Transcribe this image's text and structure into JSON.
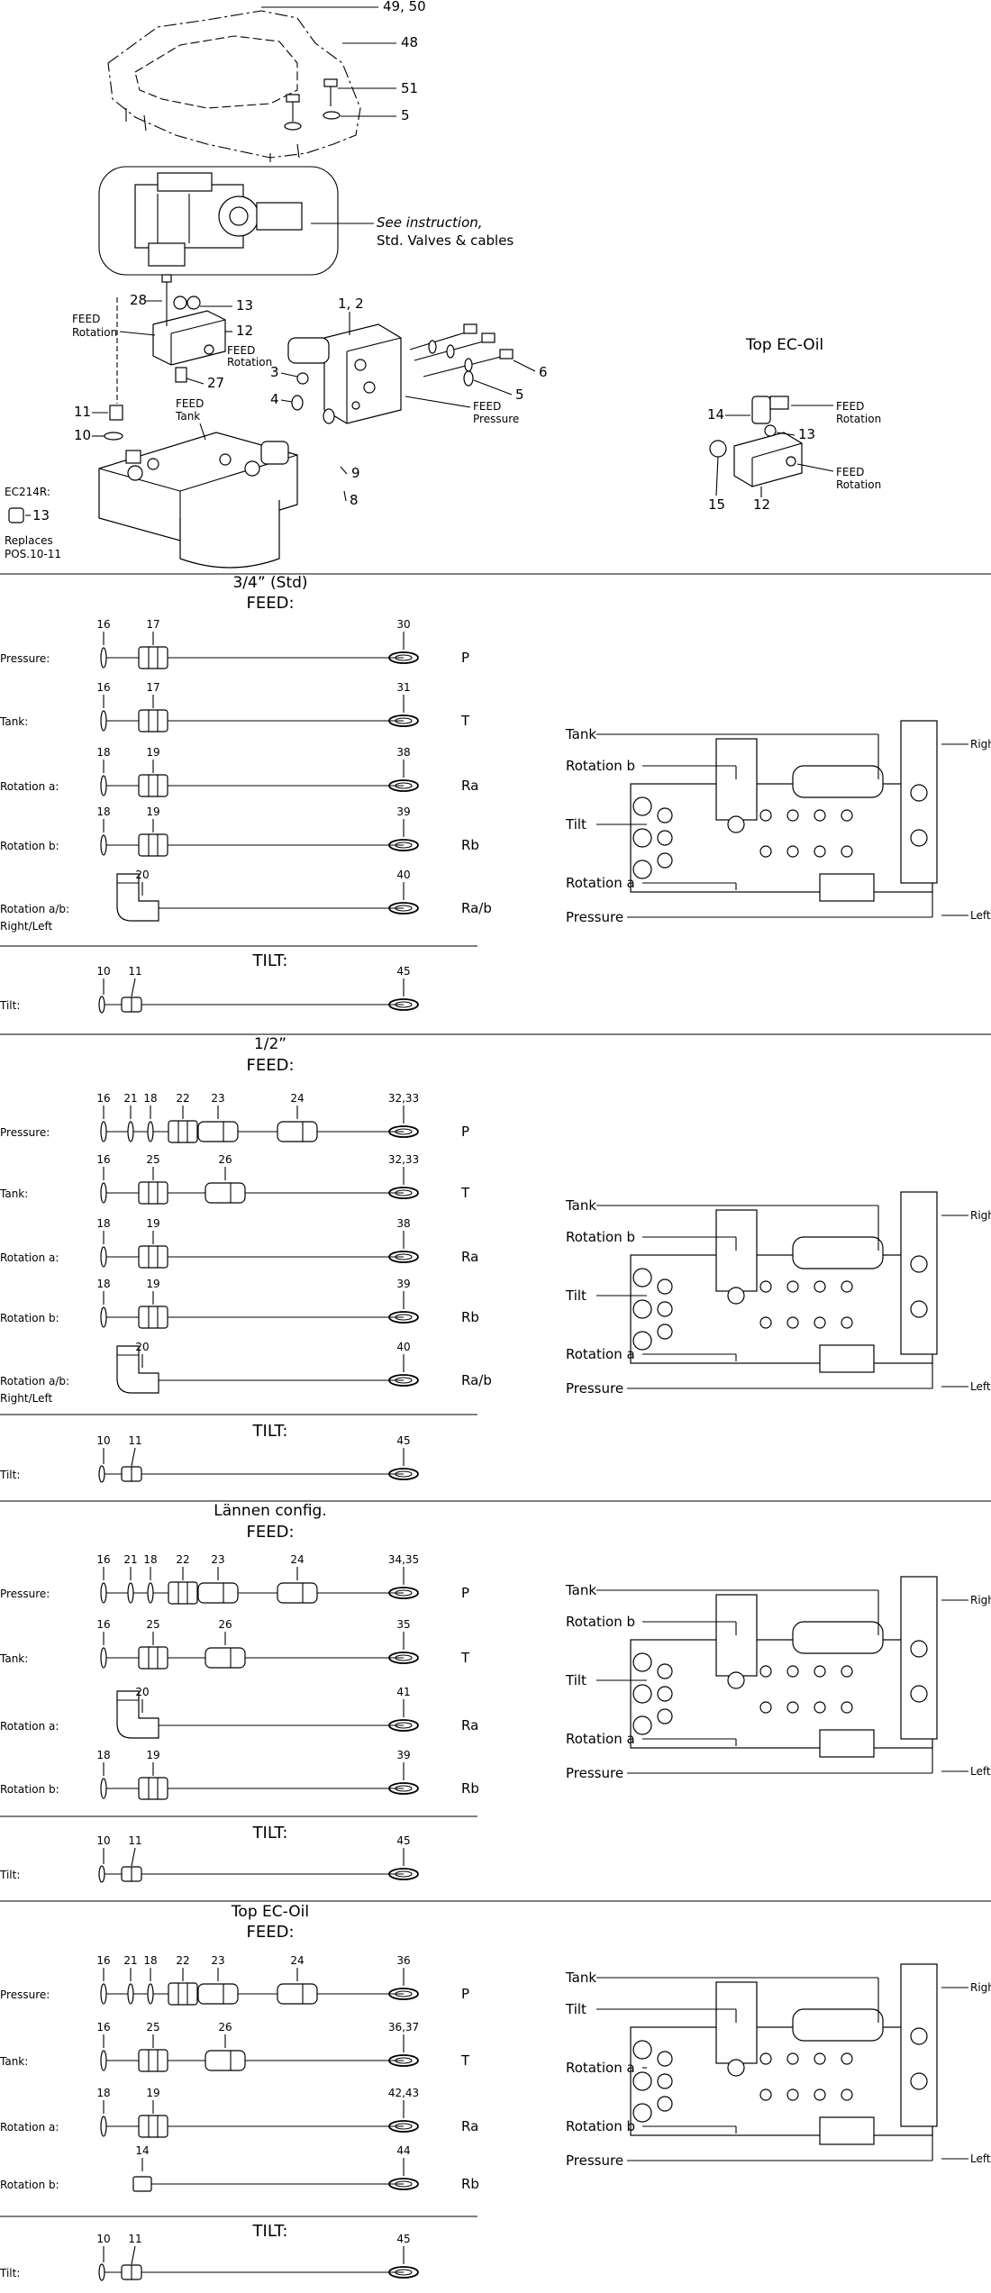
{
  "top": {
    "callouts": [
      "49, 50",
      "48",
      "51",
      "5"
    ],
    "instruction_line1": "See instruction,",
    "instruction_line2": "Std. Valves & cables",
    "feed_rot_l1": "FEED",
    "feed_rot_l2": "Rotation",
    "rot_small_l1": "FEED",
    "rot_small_l2": "Rotation",
    "feed_tank_l1": "FEED",
    "feed_tank_l2": "Tank",
    "feed_press_l1": "FEED",
    "feed_press_l2": "Pressure",
    "nums": {
      "n28": "28",
      "n13": "13",
      "n12": "12",
      "n27": "27",
      "n12b": "1, 2",
      "n3": "3",
      "n4": "4",
      "n6": "6",
      "n5": "5",
      "n11": "11",
      "n10": "10",
      "n9": "9",
      "n8": "8",
      "n13b": "13"
    },
    "ec214r": "EC214R:",
    "replaces_l1": "Replaces",
    "replaces_l2": "POS.10-11",
    "right_title": "Top EC-Oil",
    "right_nums": {
      "n14": "14",
      "n13": "13",
      "n15": "15",
      "n12": "12"
    },
    "r_feed1_l1": "FEED",
    "r_feed1_l2": "Rotation",
    "r_feed2_l1": "FEED",
    "r_feed2_l2": "Rotation"
  },
  "sections": [
    {
      "title": "3/4” (Std)",
      "feed": "FEED:",
      "tilt": "TILT:",
      "rows": [
        {
          "label": "Pressure:",
          "parts": [
            "16",
            "17"
          ],
          "end": "30",
          "port": "P"
        },
        {
          "label": "Tank:",
          "parts": [
            "16",
            "17"
          ],
          "end": "31",
          "port": "T"
        },
        {
          "label": "Rotation a:",
          "parts": [
            "18",
            "19"
          ],
          "end": "38",
          "port": "Ra"
        },
        {
          "label": "Rotation b:",
          "parts": [
            "18",
            "19"
          ],
          "end": "39",
          "port": "Rb"
        },
        {
          "label": "Rotation a/b:",
          "parts": [
            "20"
          ],
          "end": "40",
          "port": "Ra/b",
          "extra": "Right/Left"
        }
      ],
      "tilt_row": {
        "label": "Tilt:",
        "parts": [
          "10",
          "11"
        ],
        "end": "45"
      },
      "valve_labels": [
        "Tank",
        "Rotation b",
        "Tilt",
        "Rotation a",
        "Pressure"
      ],
      "right_label": "Right",
      "left_label": "Left"
    },
    {
      "title": "1/2”",
      "feed": "FEED:",
      "tilt": "TILT:",
      "rows": [
        {
          "label": "Pressure:",
          "parts": [
            "16",
            "21",
            "18",
            "22",
            "23",
            "24"
          ],
          "end": "32,33",
          "port": "P"
        },
        {
          "label": "Tank:",
          "parts": [
            "16",
            "25",
            "26"
          ],
          "end": "32,33",
          "port": "T"
        },
        {
          "label": "Rotation a:",
          "parts": [
            "18",
            "19"
          ],
          "end": "38",
          "port": "Ra"
        },
        {
          "label": "Rotation b:",
          "parts": [
            "18",
            "19"
          ],
          "end": "39",
          "port": "Rb"
        },
        {
          "label": "Rotation a/b:",
          "parts": [
            "20"
          ],
          "end": "40",
          "port": "Ra/b",
          "extra": "Right/Left"
        }
      ],
      "tilt_row": {
        "label": "Tilt:",
        "parts": [
          "10",
          "11"
        ],
        "end": "45"
      },
      "valve_labels": [
        "Tank",
        "Rotation b",
        "Tilt",
        "Rotation a",
        "Pressure"
      ],
      "right_label": "Right",
      "left_label": "Left"
    },
    {
      "title": "Lännen config.",
      "feed": "FEED:",
      "tilt": "TILT:",
      "rows": [
        {
          "label": "Pressure:",
          "parts": [
            "16",
            "21",
            "18",
            "22",
            "23",
            "24"
          ],
          "end": "34,35",
          "port": "P"
        },
        {
          "label": "Tank:",
          "parts": [
            "16",
            "25",
            "26"
          ],
          "end": "35",
          "port": "T"
        },
        {
          "label": "Rotation a:",
          "parts": [
            "20"
          ],
          "end": "41",
          "port": "Ra"
        },
        {
          "label": "Rotation b:",
          "parts": [
            "18",
            "19"
          ],
          "end": "39",
          "port": "Rb"
        }
      ],
      "tilt_row": {
        "label": "Tilt:",
        "parts": [
          "10",
          "11"
        ],
        "end": "45"
      },
      "valve_labels": [
        "Tank",
        "Rotation b",
        "Tilt",
        "Rotation a",
        "Pressure"
      ],
      "right_label": "Right",
      "left_label": "Left"
    },
    {
      "title": "Top EC-Oil",
      "feed": "FEED:",
      "tilt": "TILT:",
      "rows": [
        {
          "label": "Pressure:",
          "parts": [
            "16",
            "21",
            "18",
            "22",
            "23",
            "24"
          ],
          "end": "36",
          "port": "P"
        },
        {
          "label": "Tank:",
          "parts": [
            "16",
            "25",
            "26"
          ],
          "end": "36,37",
          "port": "T"
        },
        {
          "label": "Rotation a:",
          "parts": [
            "18",
            "19"
          ],
          "end": "42,43",
          "port": "Ra"
        },
        {
          "label": "Rotation b:",
          "parts": [
            "14"
          ],
          "end": "44",
          "port": "Rb"
        }
      ],
      "tilt_row": {
        "label": "Tilt:",
        "parts": [
          "10",
          "11"
        ],
        "end": "45"
      },
      "valve_labels": [
        "Tank",
        "Tilt",
        "Rotation a",
        "Rotation b",
        "Pressure"
      ],
      "right_label": "Right",
      "left_label": "Left"
    }
  ]
}
